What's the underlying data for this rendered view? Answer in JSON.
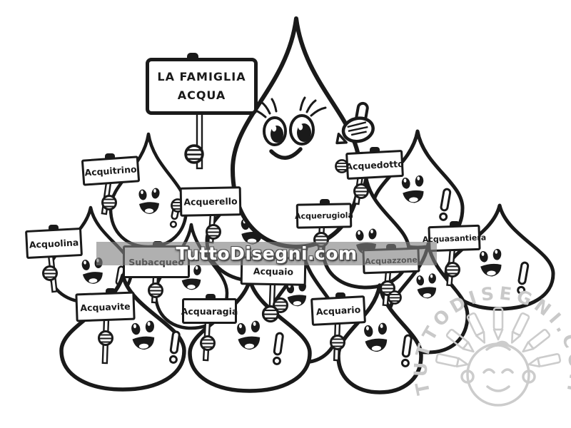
{
  "title_sign": {
    "line1": "LA FAMIGLIA",
    "line2": "ACQUA"
  },
  "family_signs": [
    {
      "label": "Acquitrino"
    },
    {
      "label": "Acquerello"
    },
    {
      "label": "Acquolina"
    },
    {
      "label": "Subacqueo"
    },
    {
      "label": "Acquaio"
    },
    {
      "label": "Acquedotto"
    },
    {
      "label": "Acquerugiola"
    },
    {
      "label": "Acquazzone"
    },
    {
      "label": "Acquasantiera"
    },
    {
      "label": "Acquavite"
    },
    {
      "label": "Acquaragia"
    },
    {
      "label": "Acquario"
    }
  ],
  "watermark": {
    "banner_text": "TuttoDisegni.com",
    "logo_text": "TUTTODISEGNI.COM",
    "banner_color": "#808080",
    "logo_color": "#cacaca"
  },
  "colors": {
    "ink": "#1a1a1a",
    "paper": "#ffffff"
  }
}
